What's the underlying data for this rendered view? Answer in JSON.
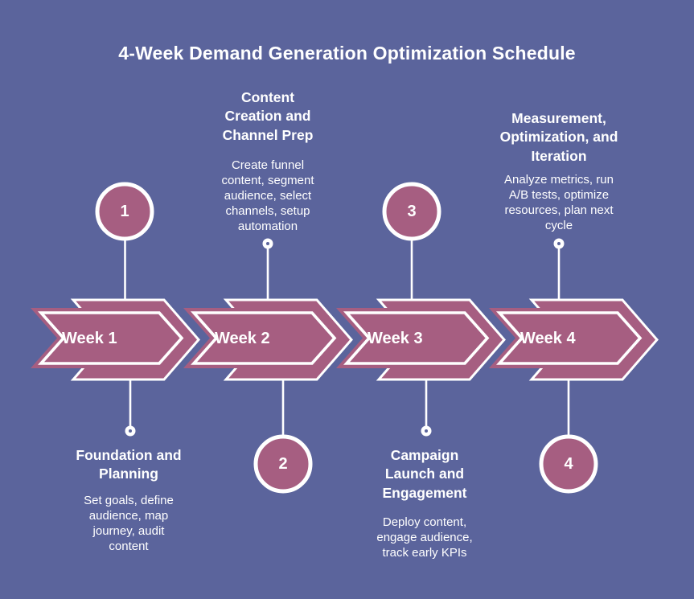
{
  "title": "4-Week Demand Generation Optimization Schedule",
  "colors": {
    "background": "#5b649c",
    "shape": "#a65e81",
    "line": "#ffffff",
    "text": "#ffffff"
  },
  "milestones": [
    {
      "number": "1",
      "week_label": "Week 1",
      "phase_title": "Foundation and Planning",
      "phase_description": "Set goals, define audience, map journey, audit content",
      "detail_position": "below"
    },
    {
      "number": "2",
      "week_label": "Week 2",
      "phase_title": "Content Creation and Channel Prep",
      "phase_description": "Create funnel content, segment audience, select channels, setup automation",
      "detail_position": "above"
    },
    {
      "number": "3",
      "week_label": "Week 3",
      "phase_title": "Campaign Launch and Engagement",
      "phase_description": "Deploy content, engage audience, track early KPIs",
      "detail_position": "below"
    },
    {
      "number": "4",
      "week_label": "Week 4",
      "phase_title": "Measurement, Optimization, and Iteration",
      "phase_description": "Analyze metrics, run A/B tests, optimize resources, plan next cycle",
      "detail_position": "above"
    }
  ]
}
